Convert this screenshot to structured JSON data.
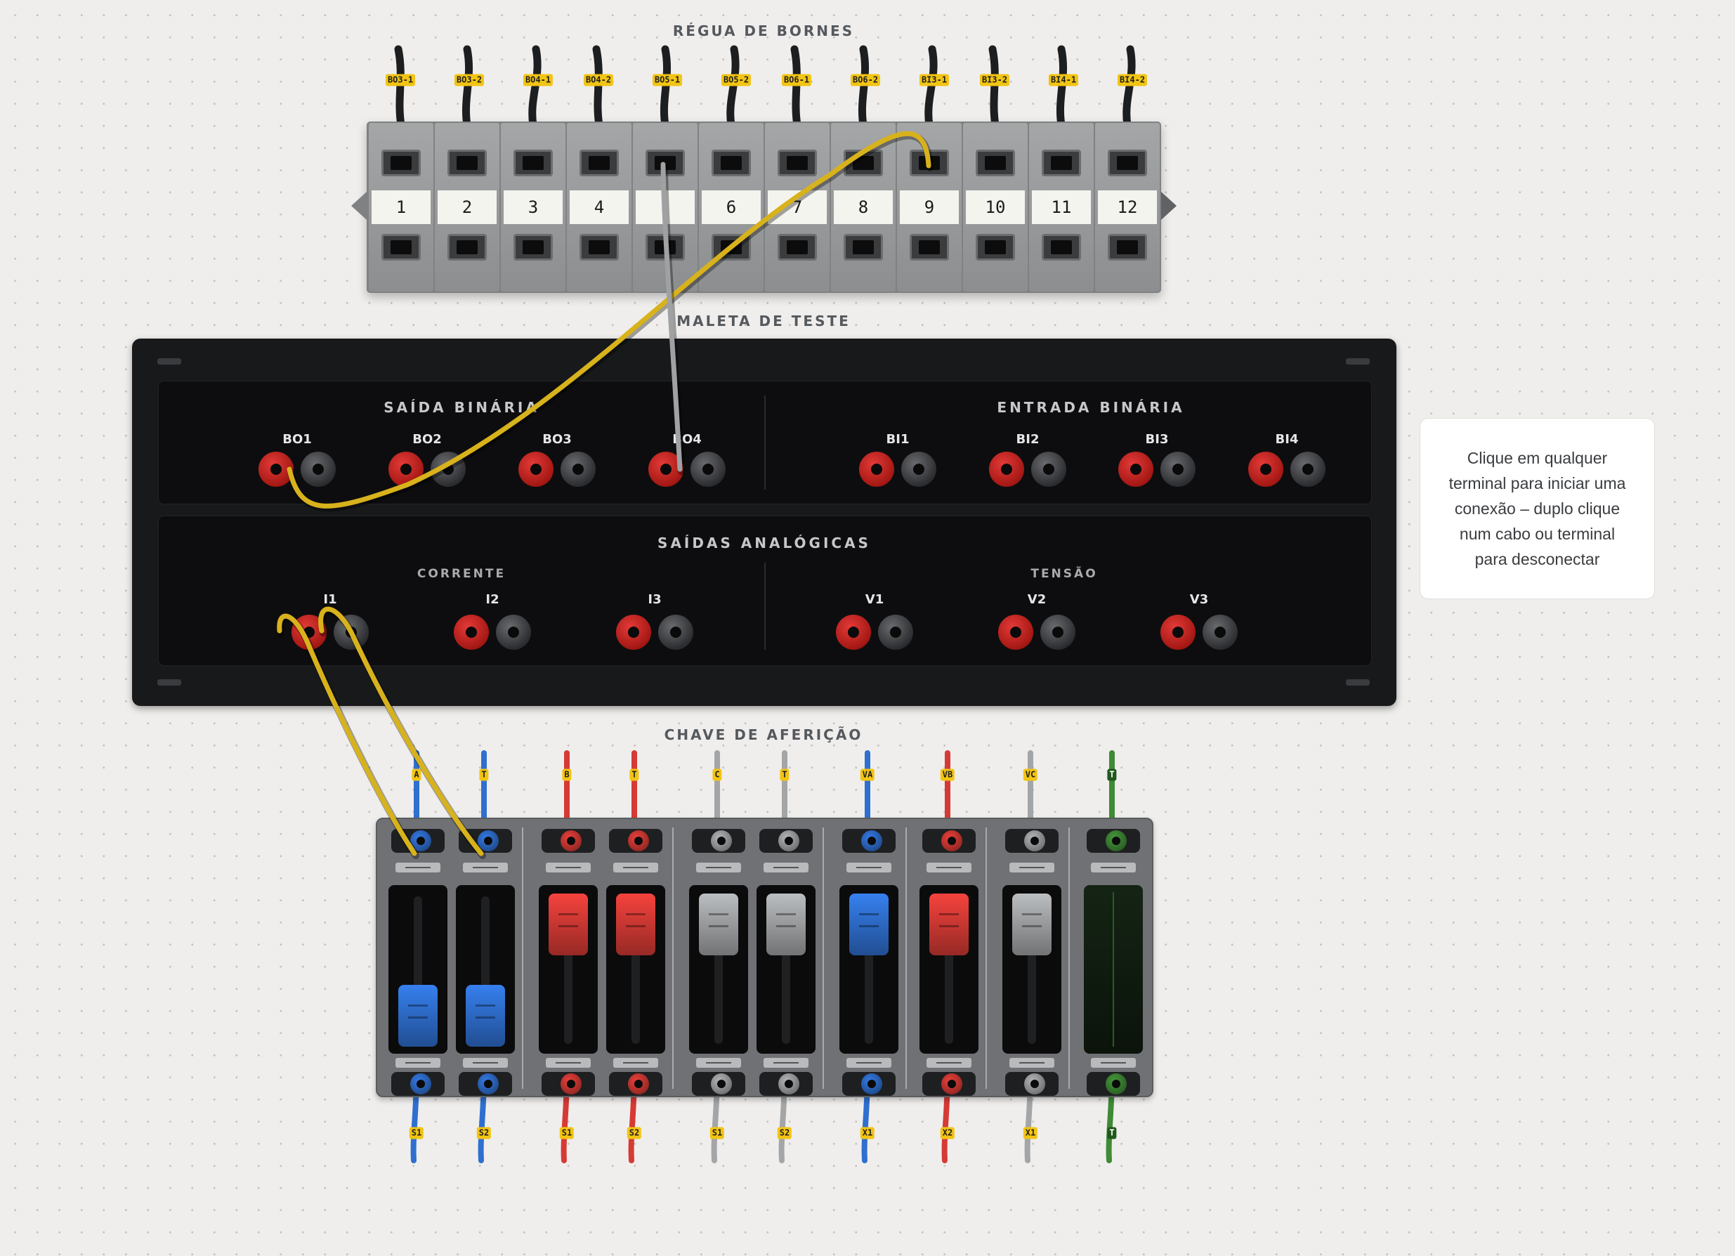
{
  "terminal_block": {
    "title": "RÉGUA DE BORNES",
    "cells": [
      {
        "number": "1",
        "tag": "BO3-1"
      },
      {
        "number": "2",
        "tag": "BO3-2"
      },
      {
        "number": "3",
        "tag": "BO4-1"
      },
      {
        "number": "4",
        "tag": "BO4-2"
      },
      {
        "number": "",
        "tag": "BO5-1"
      },
      {
        "number": "6",
        "tag": "BO5-2"
      },
      {
        "number": "7",
        "tag": "BO6-1"
      },
      {
        "number": "8",
        "tag": "BO6-2"
      },
      {
        "number": "9",
        "tag": "BI3-1"
      },
      {
        "number": "10",
        "tag": "BI3-2"
      },
      {
        "number": "11",
        "tag": "BI4-1"
      },
      {
        "number": "12",
        "tag": "BI4-2"
      }
    ]
  },
  "test_set": {
    "title": "MALETA DE TESTE",
    "binary_output": {
      "title": "SAÍDA BINÁRIA",
      "channels": [
        "BO1",
        "BO2",
        "BO3",
        "BO4"
      ]
    },
    "binary_input": {
      "title": "ENTRADA BINÁRIA",
      "channels": [
        "BI1",
        "BI2",
        "BI3",
        "BI4"
      ]
    },
    "analog": {
      "title": "SAÍDAS ANALÓGICAS",
      "current": {
        "title": "CORRENTE",
        "channels": [
          "I1",
          "I2",
          "I3"
        ]
      },
      "voltage": {
        "title": "TENSÃO",
        "channels": [
          "V1",
          "V2",
          "V3"
        ]
      }
    }
  },
  "hint": "Clique em qualquer terminal para iniciar uma conexão – duplo clique num cabo ou terminal para desconectar",
  "test_switch": {
    "title": "CHAVE DE AFERIÇÃO",
    "poles": [
      {
        "top_tag": "A",
        "bottom_tag": "S1",
        "color": "#2f6fd0",
        "lever": "down"
      },
      {
        "top_tag": "T",
        "bottom_tag": "S2",
        "color": "#2f6fd0",
        "lever": "down"
      },
      {
        "top_tag": "B",
        "bottom_tag": "S1",
        "color": "#d63a35",
        "lever": "up"
      },
      {
        "top_tag": "T",
        "bottom_tag": "S2",
        "color": "#d63a35",
        "lever": "up"
      },
      {
        "top_tag": "C",
        "bottom_tag": "S1",
        "color": "#a3a5a7",
        "lever": "up"
      },
      {
        "top_tag": "T",
        "bottom_tag": "S2",
        "color": "#a3a5a7",
        "lever": "up"
      },
      {
        "top_tag": "VA",
        "bottom_tag": "X1",
        "color": "#2f6fd0",
        "lever": "up"
      },
      {
        "top_tag": "VB",
        "bottom_tag": "X2",
        "color": "#d63a35",
        "lever": "up"
      },
      {
        "top_tag": "VC",
        "bottom_tag": "X1",
        "color": "#a3a5a7",
        "lever": "up"
      },
      {
        "top_tag": "T",
        "bottom_tag": "T",
        "color": "#3f8a35",
        "lever": "none"
      }
    ]
  },
  "colors": {
    "cable_yellow": "#d8b21c",
    "cable_gray": "#9fa1a3",
    "jack_red": "#c4211d",
    "jack_black": "#2c2d30",
    "tag_yellow": "#f2c413"
  }
}
